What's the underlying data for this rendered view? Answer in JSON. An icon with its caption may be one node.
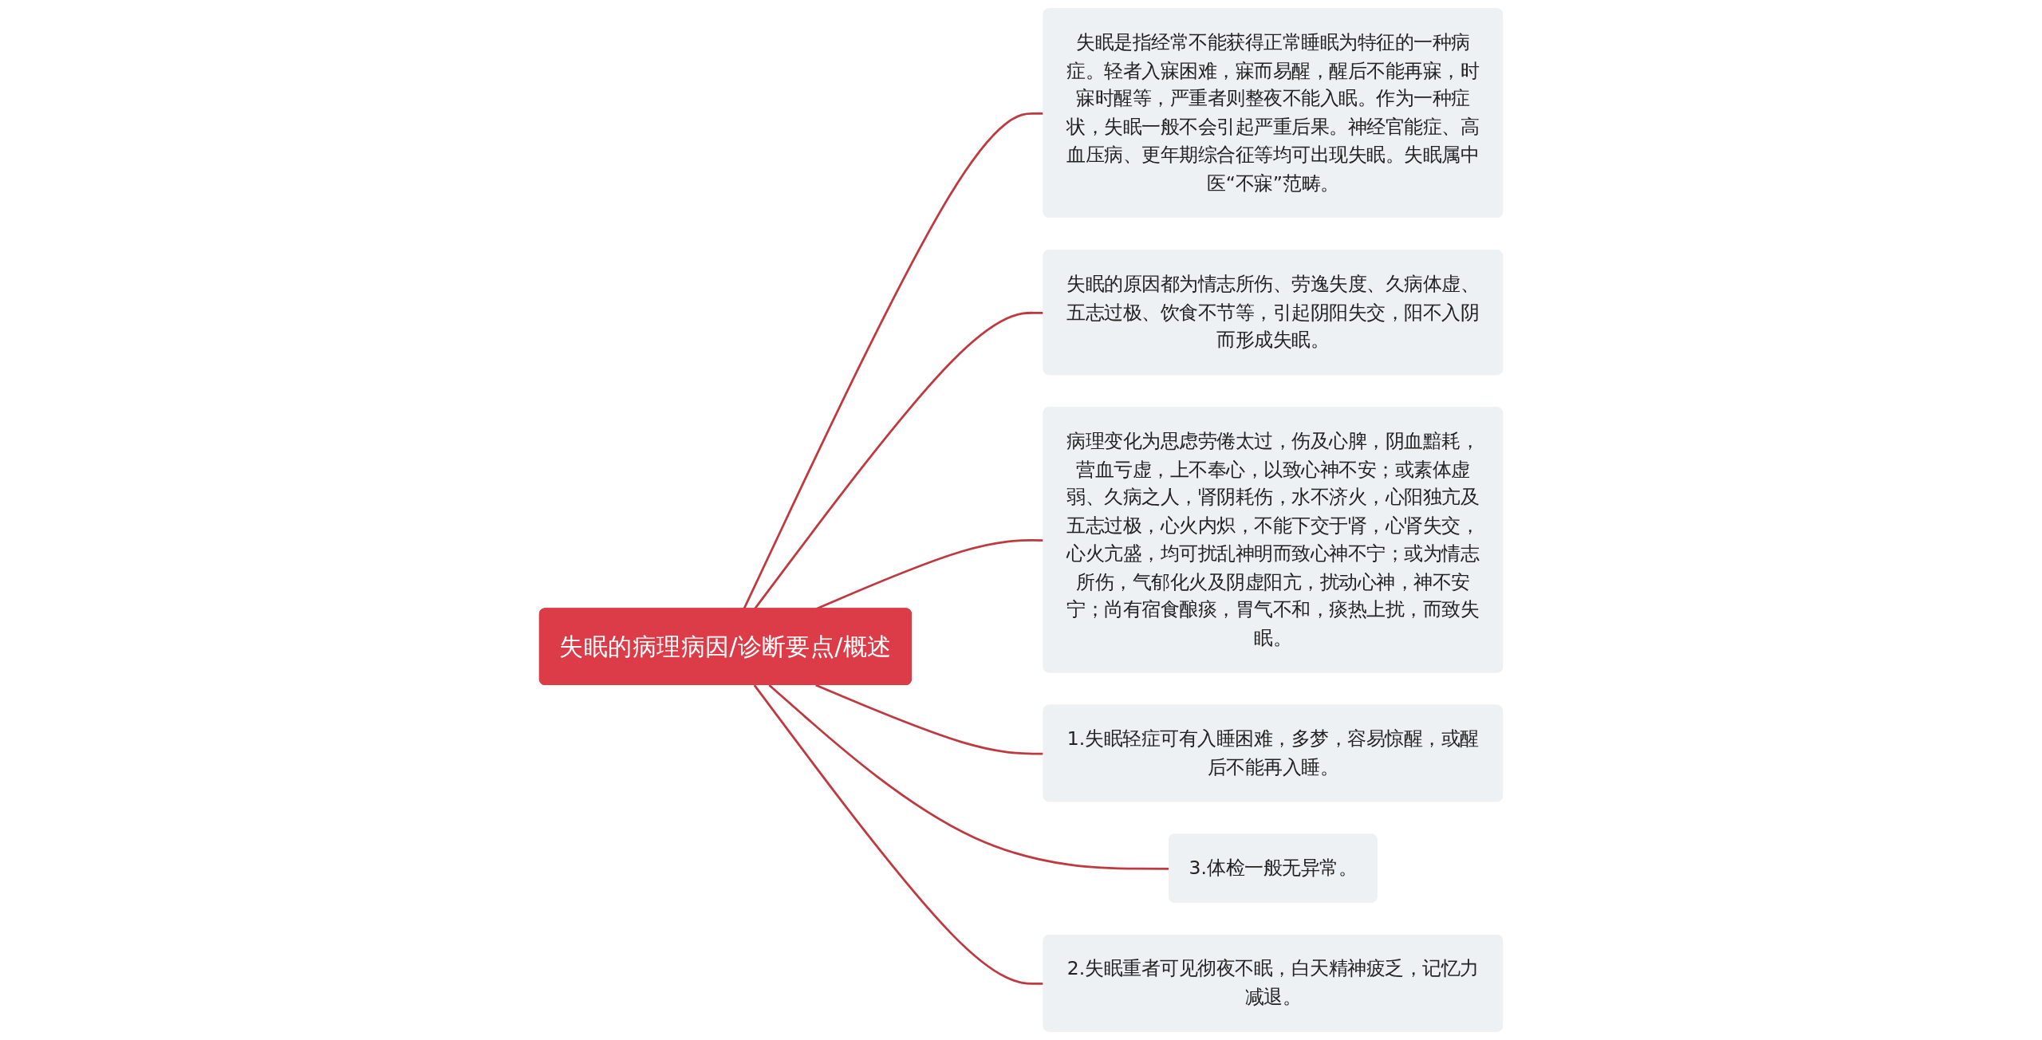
{
  "diagram": {
    "nodes": [
      {
        "text": [
          "失眠的病理病因/诊断要点/概述"
        ]
      },
      {
        "text": [
          "失眠是指经常不能获得正常睡眠为特征的一种病症。轻者入寐困难，寐而易醒，醒后不能再寐，时寐时醒等，严重者则整夜不能入眠。作为一种症状，失眠一般不会引起严重后果。神经官能症、高血压病、更年期综合征等均可出现失眠。失眠属中医“不寐”范畴。"
        ]
      },
      {
        "text": [
          "失眠的原因都为情志所伤、劳逸失度、久病体虚、五志过极、饮食不节等，引起阴阳失交，阳不入阴而形成失眠。"
        ]
      },
      {
        "text": [
          "病理变化为思虑劳倦太过，伤及心脾，阴血黯耗，营血亏虚，上不奉心，以致心神不安；或素体虚弱、久病之人，肾阴耗伤，水不济火，心阳独亢及五志过极，心火内炽，不能下交于肾，心肾失交，心火亢盛，均可扰乱神明而致心神不宁；或为情志所伤，气郁化火及阴虚阳亢，扰动心神，神不安宁；尚有宿食酿痰，胃气不和，痰热上扰，而致失眠。"
        ]
      },
      {
        "text": [
          "1.失眠轻症可有入睡困难，多梦，容易惊醒，或醒后不能再入睡。"
        ]
      },
      {
        "text": [
          "3.体检一般无异常。"
        ]
      },
      {
        "text": [
          "2.失眠重者可见彻夜不眠，白天精神疲乏，记忆力减退。"
        ]
      }
    ],
    "edges": [
      {
        "from": 0,
        "to": 1,
        "arrow": "none"
      },
      {
        "from": 0,
        "to": 2,
        "arrow": "none"
      },
      {
        "from": 0,
        "to": 3,
        "arrow": "none"
      },
      {
        "from": 0,
        "to": 4,
        "arrow": "none"
      },
      {
        "from": 0,
        "to": 5,
        "arrow": "none"
      },
      {
        "from": 0,
        "to": 6,
        "arrow": "none"
      }
    ]
  }
}
